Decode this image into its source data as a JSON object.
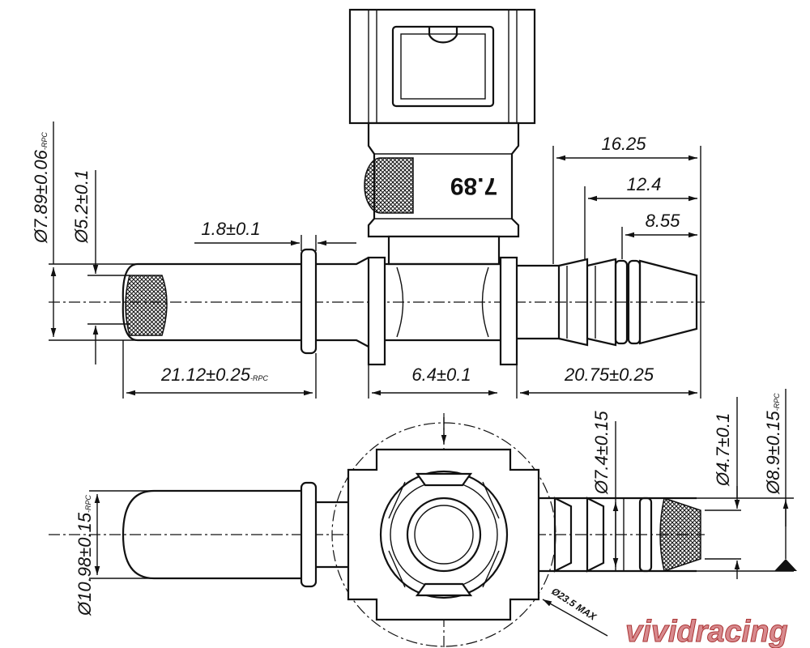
{
  "drawing": {
    "part_marking": "7.89",
    "dimensions": {
      "d_16_25": "16.25",
      "d_12_4": "12.4",
      "d_8_55": "8.55",
      "flange_thickness": "1.8±0.1",
      "tube_od": "Ø7.89±0.06",
      "tube_od_suffix": "-RPC",
      "tube_id": "Ø5.2±0.1",
      "tube_length": "21.12±0.25",
      "tube_length_suffix": "-RPC",
      "body_width": "6.4±0.1",
      "barb_length": "20.75±0.25",
      "barb_od": "Ø7.4±0.15",
      "barb_id": "Ø4.7±0.1",
      "barb_max_od": "Ø8.9±0.15",
      "barb_max_od_suffix": "-RPC",
      "flange_od": "Ø10.98±0.15",
      "flange_od_suffix": "-RPC",
      "envelope": "Ø23.5 MAX"
    },
    "watermark": "vividracing"
  }
}
